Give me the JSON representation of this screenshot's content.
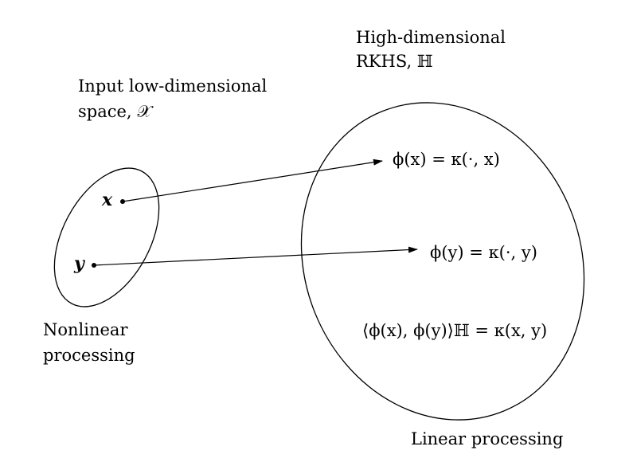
{
  "labels": {
    "input_space_line1": "Input low-dimensional",
    "input_space_line2": "space, 𝒳",
    "rkhs_line1": "High-dimensional",
    "rkhs_line2": "RKHS, ℍ",
    "nonlinear_line1": "Nonlinear",
    "nonlinear_line2": "processing",
    "linear": "Linear processing"
  },
  "points": {
    "x": "x",
    "y": "y"
  },
  "equations": {
    "phi_x": "ϕ(x) = κ(·, x)",
    "phi_y": "ϕ(y) = κ(·, y)",
    "inner_product": "⟨ϕ(x), ϕ(y)⟩ℍ = κ(x, y)"
  }
}
